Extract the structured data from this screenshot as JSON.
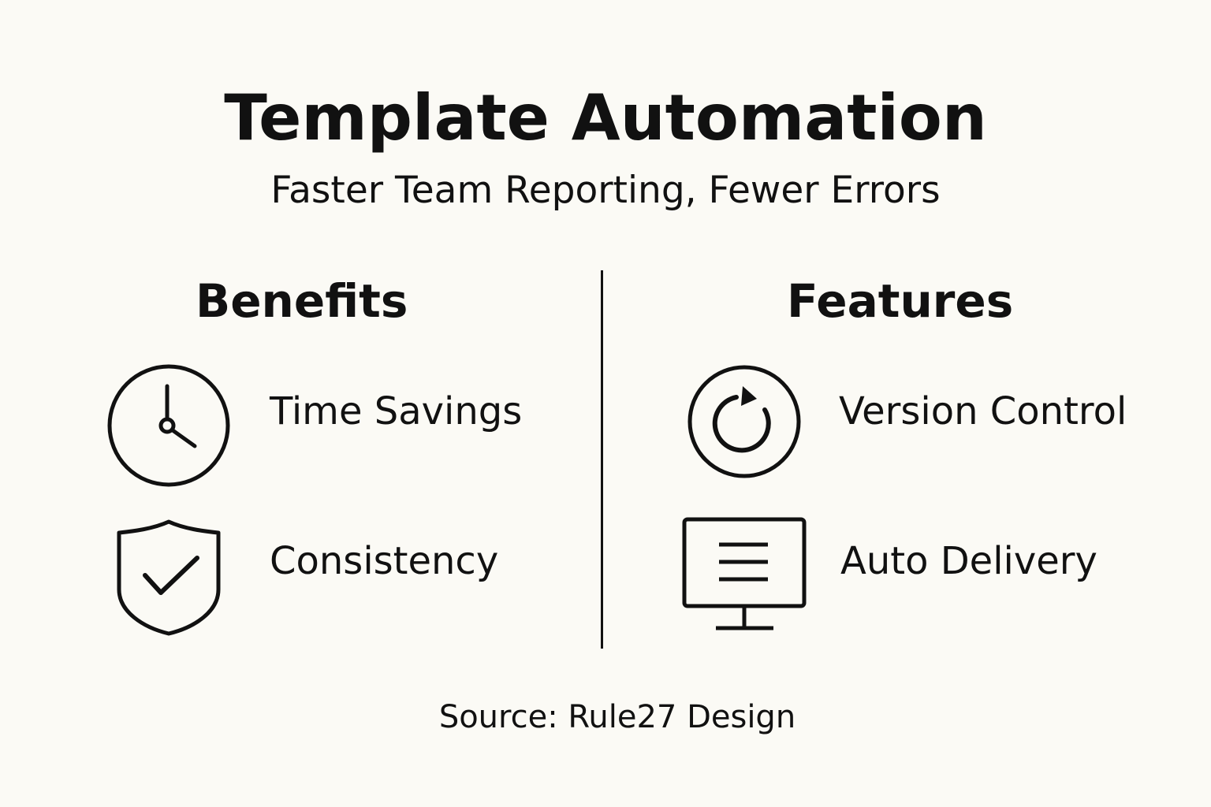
{
  "header": {
    "title": "Template Automation",
    "subtitle": "Faster Team Reporting, Fewer Errors"
  },
  "benefits": {
    "heading": "Benefits",
    "items": [
      {
        "label": "Time Savings",
        "icon": "clock-icon"
      },
      {
        "label": "Consistency",
        "icon": "shield-check-icon"
      }
    ]
  },
  "features": {
    "heading": "Features",
    "items": [
      {
        "label": "Version Control",
        "icon": "refresh-circle-icon"
      },
      {
        "label": "Auto Delivery",
        "icon": "monitor-icon"
      }
    ]
  },
  "footer": {
    "source": "Source: Rule27 Design"
  },
  "colors": {
    "background": "#fbfaf5",
    "ink": "#111111"
  }
}
